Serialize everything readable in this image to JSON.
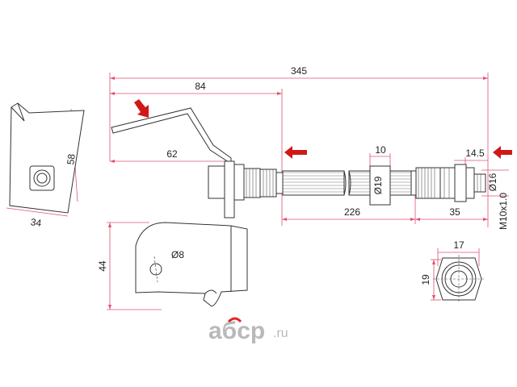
{
  "dimensions": {
    "total_length": "345",
    "bracket_offset_top": "84",
    "bracket_offset_low": "62",
    "hose_length": "226",
    "end_fitting_length": "35",
    "mid_clip_width": "10",
    "end_hex_width": "14.5",
    "mid_clip_diameter": "Ø19",
    "end_diameter": "Ø16",
    "thread": "M10x1.0",
    "bracket_height": "58",
    "bracket_width": "34",
    "clip_height": "44",
    "hole_diameter": "Ø8",
    "nut_width": "17",
    "nut_height": "19"
  },
  "watermark": {
    "brand": "aбcp",
    "tld": ".ru"
  },
  "colors": {
    "line": "#333333",
    "dim_line": "#e05070",
    "arrow": "#d01818",
    "logo_red": "#e52421",
    "logo_gray": "#b9b9b9"
  }
}
